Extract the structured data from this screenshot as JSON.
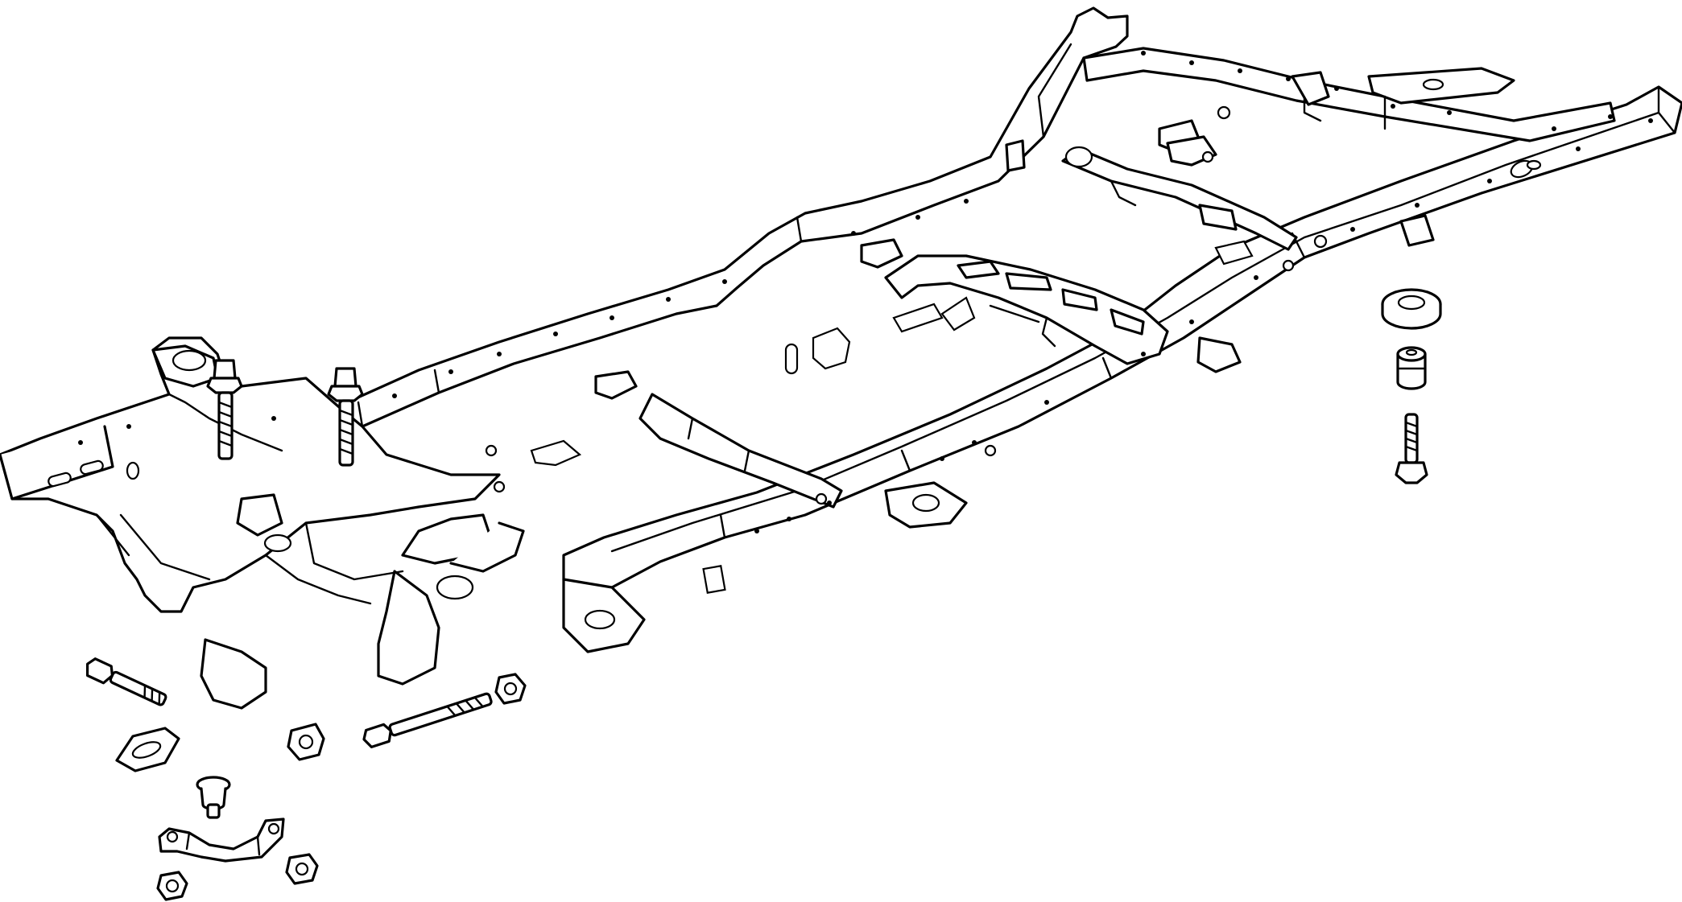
{
  "diagram": {
    "background": "#ffffff",
    "line_color": "#000000",
    "parts": [
      {
        "name": "frame-assembly",
        "icon": "ladder-frame-icon"
      },
      {
        "name": "body-mount-bolt",
        "icon": "bolt-icon",
        "count": 2
      },
      {
        "name": "body-mount-cushion",
        "icon": "cushion-icon"
      },
      {
        "name": "body-mount-insulator",
        "icon": "insulator-icon"
      },
      {
        "name": "flange-bolt",
        "icon": "bolt-icon"
      },
      {
        "name": "crossmember-bolt",
        "icon": "bolt-icon",
        "count": 2
      },
      {
        "name": "hex-nut",
        "icon": "nut-icon",
        "count": 4
      },
      {
        "name": "retainer-clip",
        "icon": "clip-icon"
      },
      {
        "name": "push-pin-fastener",
        "icon": "pin-icon"
      },
      {
        "name": "reinforcement-bracket",
        "icon": "bracket-icon"
      }
    ]
  }
}
